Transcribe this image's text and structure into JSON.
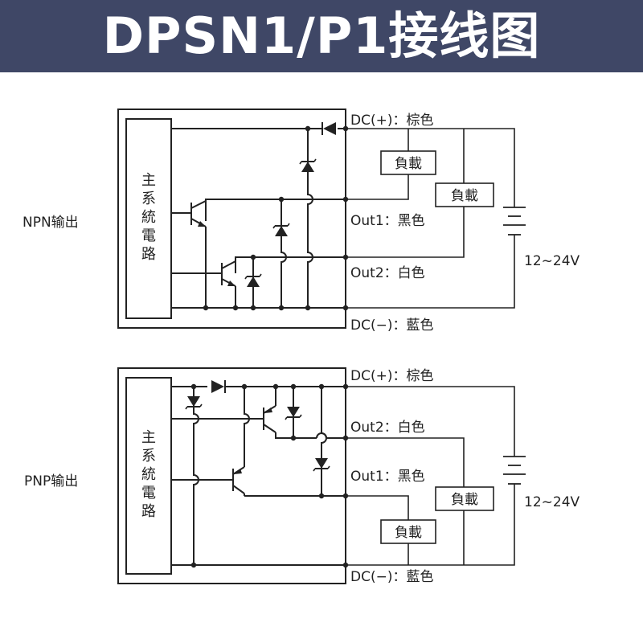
{
  "title": "DPSN1/P1接线图",
  "colors": {
    "banner": "#3f4766",
    "banner_text": "#ffffff",
    "line": "#222222"
  },
  "npn": {
    "label": "NPN输出",
    "main_circuit": [
      "主",
      "系",
      "統",
      "電",
      "路"
    ],
    "dc_plus": "DC(+)：棕色",
    "out1": "Out1：黑色",
    "out2": "Out2：白色",
    "dc_minus": "DC(−)：藍色",
    "load1": "負載",
    "load2": "負載",
    "voltage": "12~24V"
  },
  "pnp": {
    "label": "PNP输出",
    "main_circuit": [
      "主",
      "系",
      "統",
      "電",
      "路"
    ],
    "dc_plus": "DC(+)：棕色",
    "out2": "Out2：白色",
    "out1": "Out1：黑色",
    "dc_minus": "DC(−)：藍色",
    "load1": "負載",
    "load2": "負載",
    "voltage": "12~24V"
  }
}
